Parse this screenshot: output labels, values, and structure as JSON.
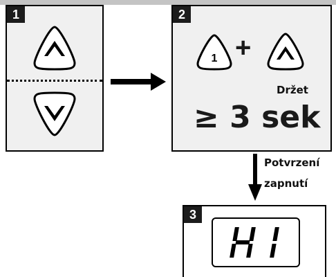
{
  "steps": [
    {
      "number": "1",
      "buttons": [
        "up-button",
        "down-button"
      ]
    },
    {
      "number": "2",
      "plus": "+",
      "button1_label": "1",
      "hold_label": "Držet",
      "duration_label": "≥ 3 sek"
    },
    {
      "number": "3",
      "display_text": "H1"
    }
  ],
  "confirm_label_line1": "Potvrzení",
  "confirm_label_line2": "zapnutí",
  "icons": [
    "up-arrow-icon",
    "down-arrow-icon",
    "right-arrow-icon",
    "down-pointer-arrow-icon"
  ]
}
